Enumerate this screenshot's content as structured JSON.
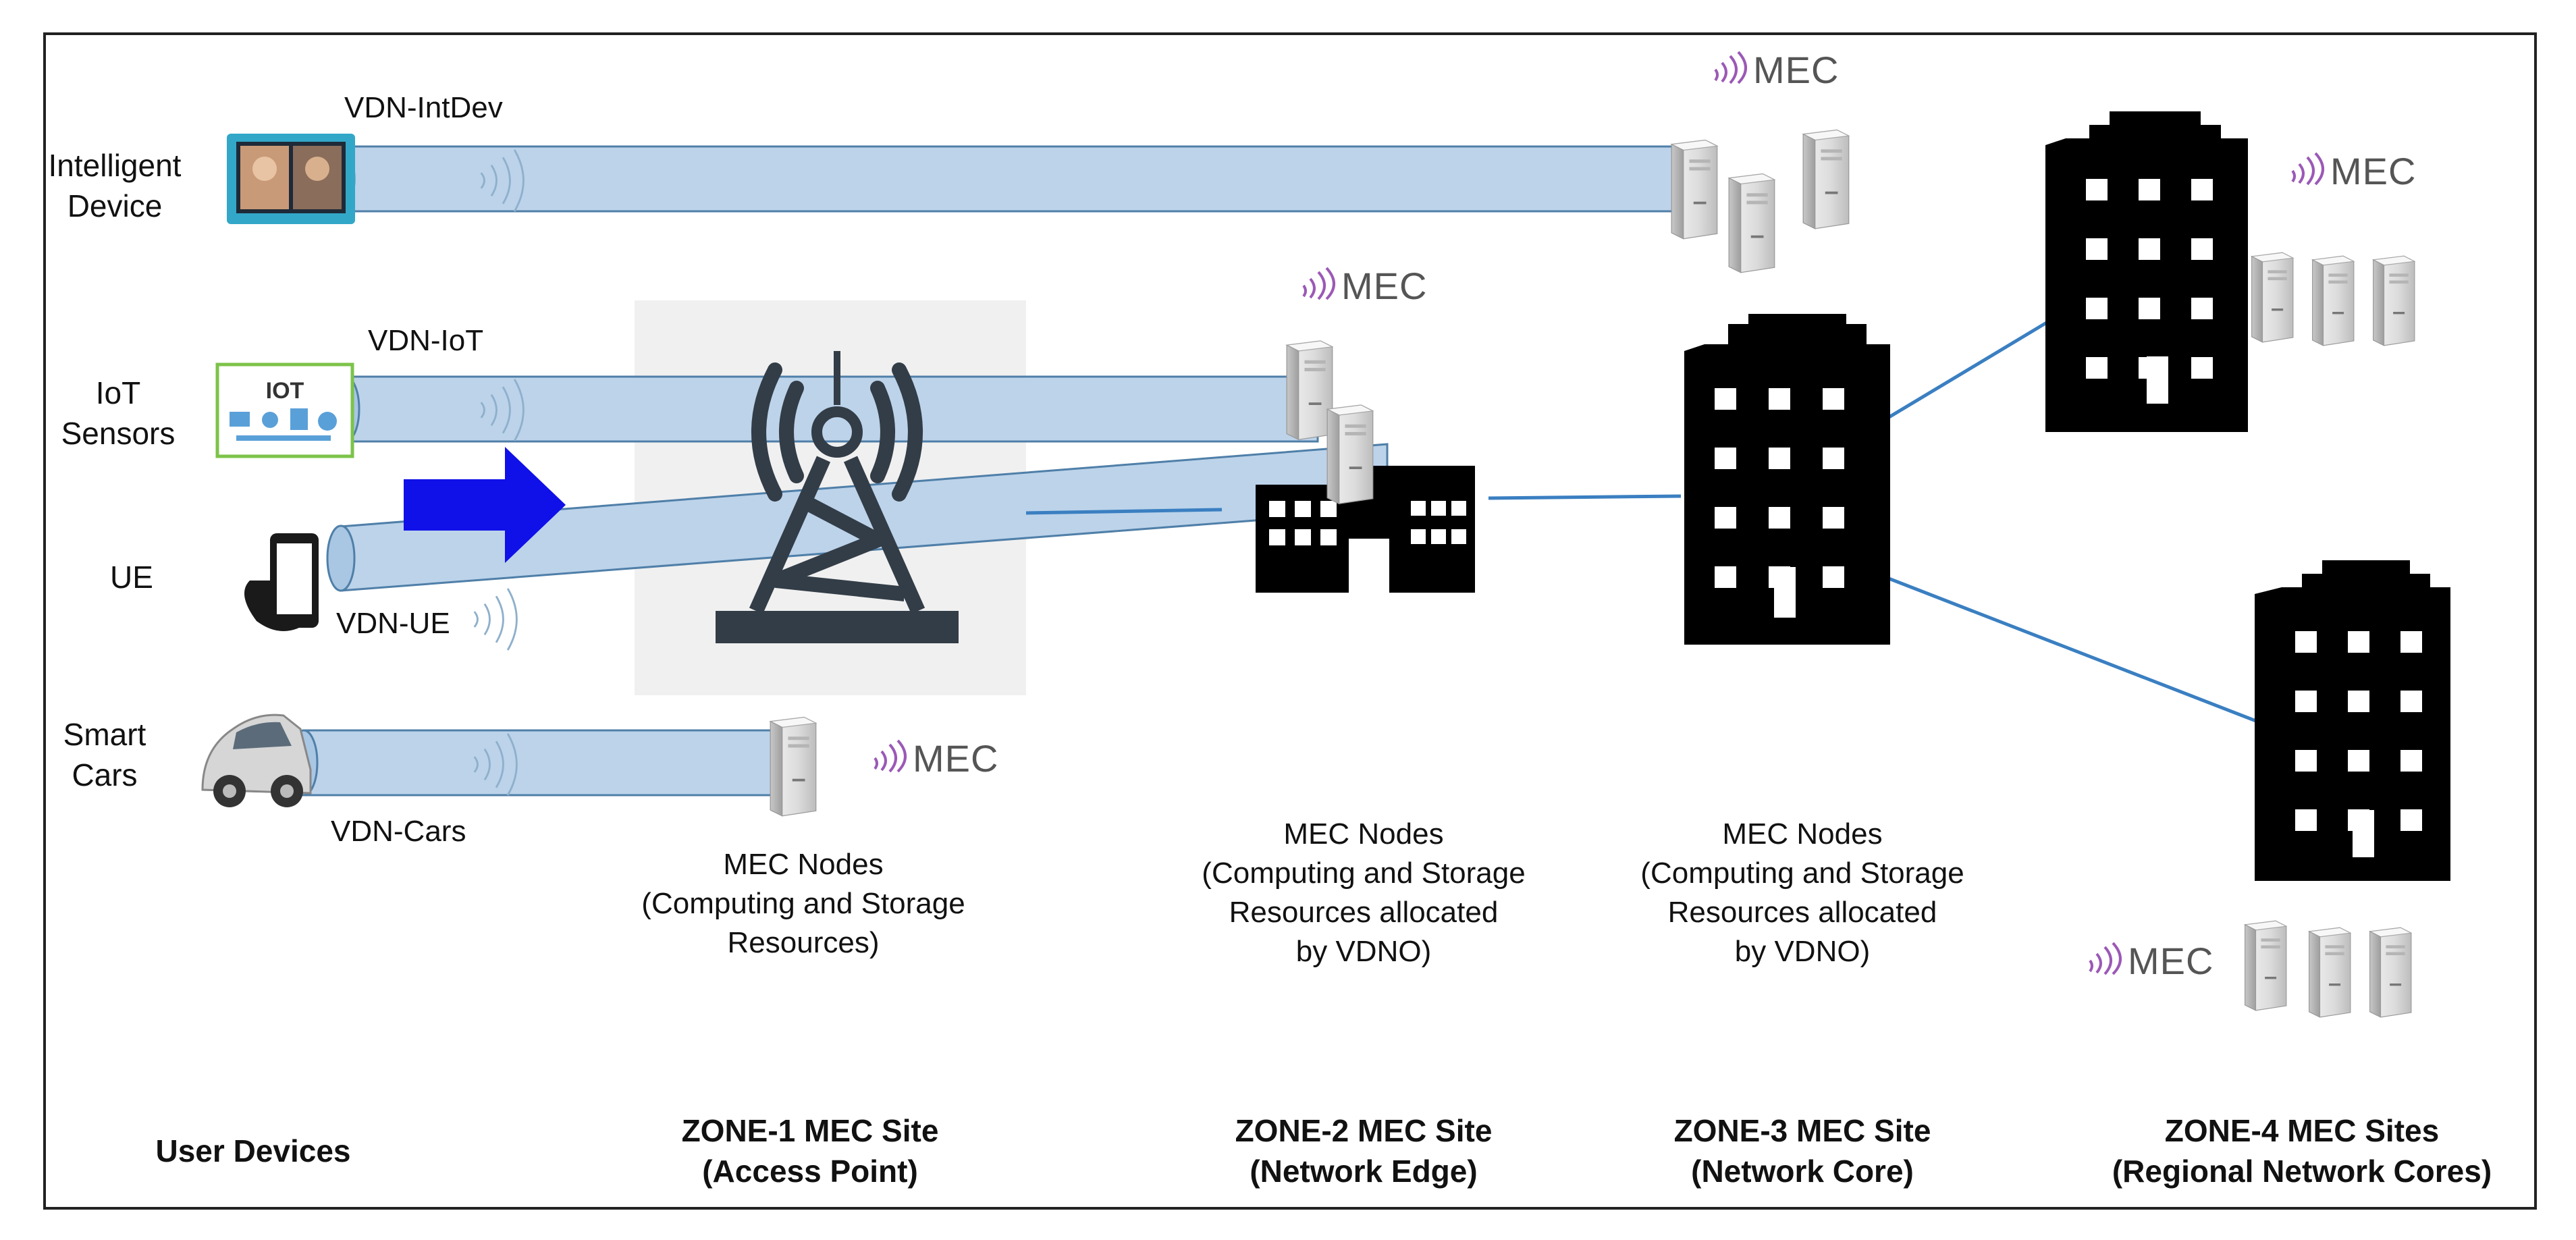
{
  "devices": [
    {
      "label": "Intelligent\nDevice",
      "vdn": "VDN-IntDev"
    },
    {
      "label": "IoT\nSensors",
      "vdn": "VDN-IoT"
    },
    {
      "label": "UE",
      "vdn": "VDN-UE"
    },
    {
      "label": "Smart\nCars",
      "vdn": "VDN-Cars"
    }
  ],
  "iot_badge": "IOT",
  "mec_logo_text": "MEC",
  "nodes": {
    "zone1": "MEC Nodes\n(Computing and Storage\nResources)",
    "zone2": "MEC Nodes\n(Computing and Storage\nResources allocated\nby VDNO)",
    "zone3": "MEC Nodes\n(Computing and Storage\nResources allocated\nby VDNO)"
  },
  "zones": {
    "user": "User Devices",
    "zone1": "ZONE-1 MEC Site\n(Access Point)",
    "zone2": "ZONE-2 MEC Site\n(Network Edge)",
    "zone3": "ZONE-3 MEC Site\n(Network Core)",
    "zone4": "ZONE-4 MEC Sites\n(Regional Network Cores)"
  },
  "colors": {
    "tunnel_fill": "#bcd3ea",
    "tunnel_stroke": "#4f7fa8",
    "link": "#3a7fc1",
    "arrow": "#1010e8",
    "building": "#000000",
    "mec_waves": "#9b59b6"
  }
}
